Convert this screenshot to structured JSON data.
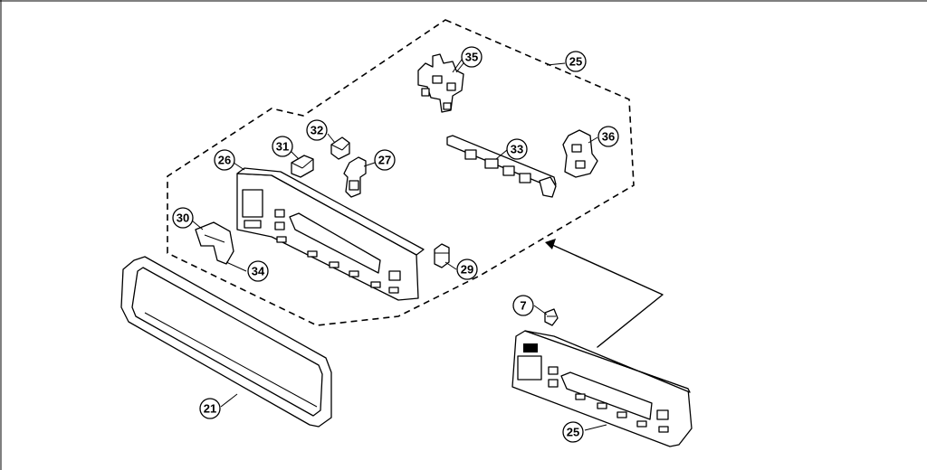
{
  "diagram": {
    "colors": {
      "ink": "#000000",
      "background": "#ffffff"
    },
    "callouts": {
      "c25_top": "25",
      "c35": "35",
      "c32": "32",
      "c31": "31",
      "c27": "27",
      "c26": "26",
      "c33": "33",
      "c36": "36",
      "c30": "30",
      "c34": "34",
      "c29": "29",
      "c7": "7",
      "c21": "21",
      "c25_bottom": "25"
    }
  }
}
